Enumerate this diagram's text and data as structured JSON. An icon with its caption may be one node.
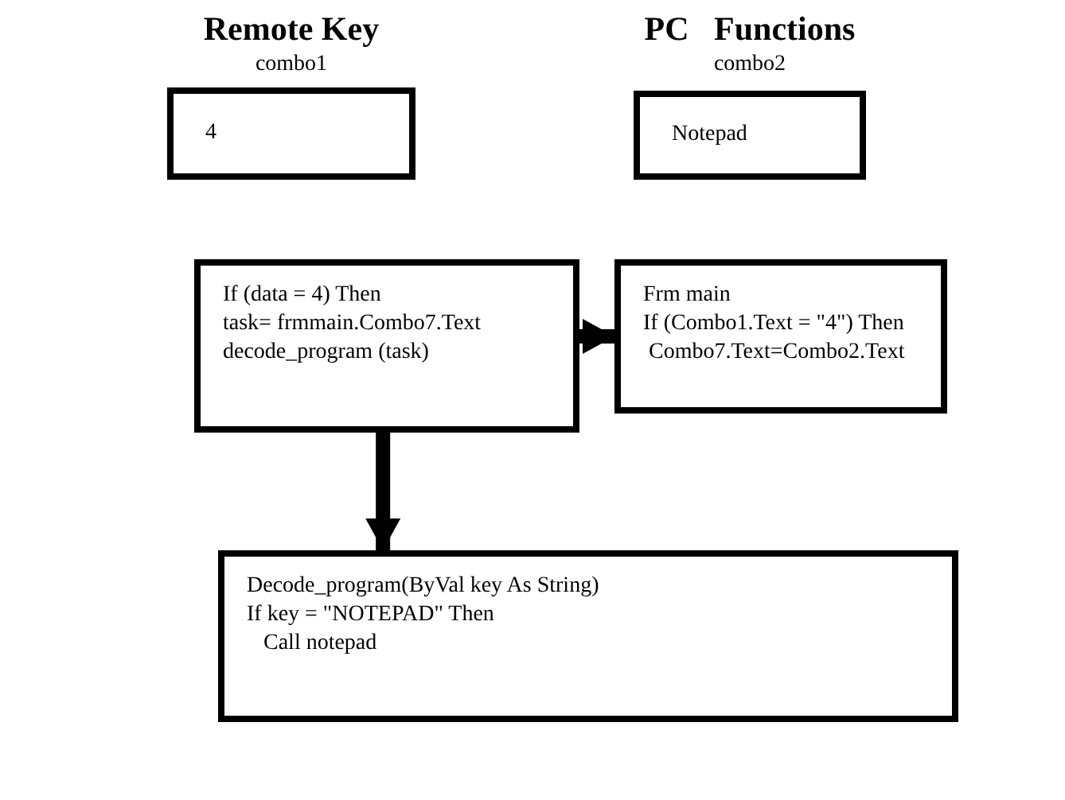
{
  "diagram": {
    "nodes": [
      {
        "text": [
          "4"
        ],
        "beside": [
          "Remote Key",
          "combo1"
        ]
      },
      {
        "text": [
          "Notepad"
        ],
        "beside": [
          "PC   Functions",
          "combo2"
        ]
      },
      {
        "text": [
          "If (data = 4) Then",
          "task= frmmain.Combo7.Text",
          "decode_program (task)"
        ]
      },
      {
        "text": [
          "Frm main",
          "If (Combo1.Text = \"4\") Then",
          " Combo7.Text=Combo2.Text"
        ]
      },
      {
        "text": [
          "Decode_program(ByVal key As String)",
          "If key = \"NOTEPAD\" Then",
          "   Call notepad"
        ]
      }
    ],
    "edges": [
      {
        "from": 2,
        "to": 3,
        "arrow": "to"
      },
      {
        "from": 2,
        "to": 4,
        "arrow": "to"
      }
    ]
  }
}
